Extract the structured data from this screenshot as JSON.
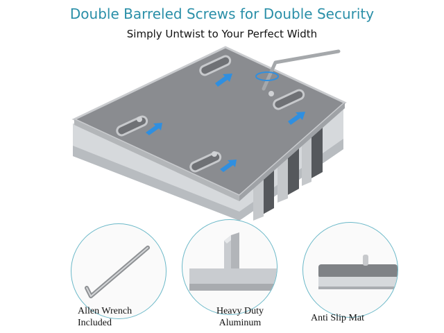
{
  "header": {
    "title": "Double Barreled Screws for Double Security",
    "subtitle": "Simply Untwist to Your Perfect Width"
  },
  "features": [
    {
      "label": "Allen Wrench\nIncluded",
      "icon": "allen-wrench"
    },
    {
      "label": "Heavy Duty\nAluminum",
      "icon": "aluminum-profile"
    },
    {
      "label": "Anti Slip Mat",
      "icon": "anti-slip-mat"
    }
  ],
  "colors": {
    "title": "#2a8fa8",
    "plate": "#8a8c90",
    "arrow": "#2f8fe0",
    "aluminum": "#d9dcdf"
  }
}
